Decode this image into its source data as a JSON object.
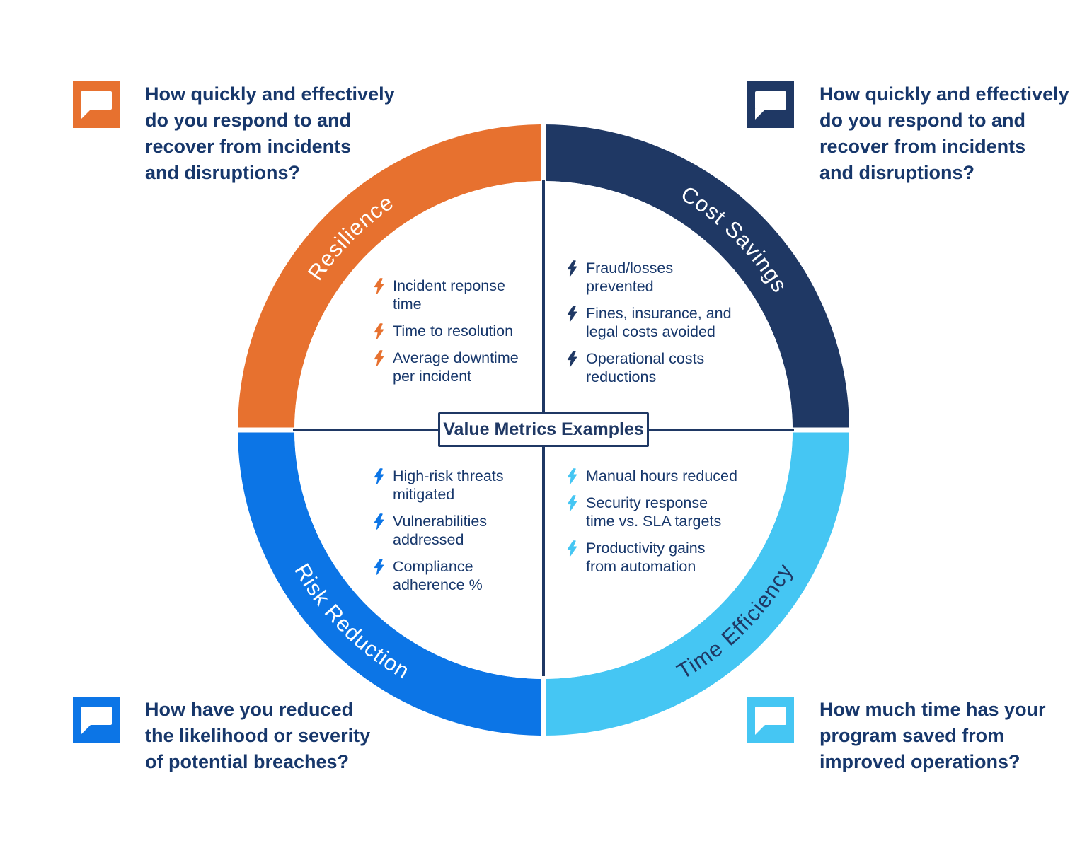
{
  "colors": {
    "orange": "#E7712F",
    "navy": "#1F3864",
    "blue": "#0C75E6",
    "light_blue": "#45C6F3",
    "text_navy": "#17376B",
    "background": "#FFFFFF"
  },
  "center": {
    "label": "Value Metrics Examples"
  },
  "quadrants": [
    {
      "name": "Resilience",
      "color": "#E7712F",
      "metrics": [
        "Incident reponse\ntime",
        "Time to resolution",
        "Average downtime\nper incident"
      ]
    },
    {
      "name": "Cost Savings",
      "color": "#1F3864",
      "metrics": [
        "Fraud/losses\nprevented",
        "Fines, insurance, and\nlegal costs avoided",
        "Operational costs\nreductions"
      ]
    },
    {
      "name": "Risk Reduction",
      "color": "#0C75E6",
      "metrics": [
        "High-risk threats\nmitigated",
        "Vulnerabilities\naddressed",
        "Compliance\nadherence %"
      ]
    },
    {
      "name": "Time Efficiency",
      "color": "#45C6F3",
      "metrics": [
        "Manual hours reduced",
        "Security response\ntime vs. SLA targets",
        "Productivity gains\nfrom automation"
      ]
    }
  ],
  "callouts": [
    {
      "position": "top-left",
      "icon": "speech-bubble-icon",
      "icon_color": "#E7712F",
      "text": "How quickly and effectively\ndo you respond to and\nrecover from incidents\nand disruptions?"
    },
    {
      "position": "top-right",
      "icon": "speech-bubble-icon",
      "icon_color": "#1F3864",
      "text": "How quickly and effectively\ndo you respond to and\nrecover from incidents\nand disruptions?"
    },
    {
      "position": "bottom-left",
      "icon": "speech-bubble-icon",
      "icon_color": "#0C75E6",
      "text": "How have you reduced\nthe likelihood or severity\nof potential breaches?"
    },
    {
      "position": "bottom-right",
      "icon": "speech-bubble-icon",
      "icon_color": "#45C6F3",
      "text": "How much time has your\nprogram saved from\nimproved operations?"
    }
  ],
  "icons": {
    "bullet": "lightning-bolt-icon",
    "callout": "speech-bubble-icon"
  }
}
